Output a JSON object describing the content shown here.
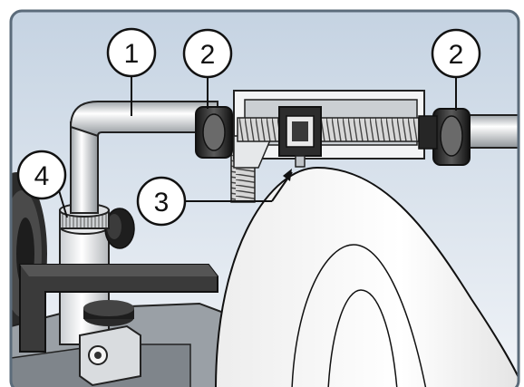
{
  "colors": {
    "frame": "#5b6b7a",
    "bg_top": "#c9d6e4",
    "bg_bottom": "#eef2f7",
    "metal_light": "#f2f4f6",
    "metal_mid": "#b8bcc0",
    "metal_dark": "#2a2a2a",
    "wheel": "#f7f7f7",
    "line": "#111111"
  },
  "callouts": [
    {
      "label": "1",
      "part_icon": "support-bar-icon"
    },
    {
      "label": "2",
      "part_icon": "locking-collar-icon"
    },
    {
      "label": "3",
      "part_icon": "stop-screw-icon"
    },
    {
      "label": "4",
      "part_icon": "bar-mount-nut-icon"
    },
    {
      "label": "2",
      "part_icon": "locking-collar-icon"
    }
  ]
}
